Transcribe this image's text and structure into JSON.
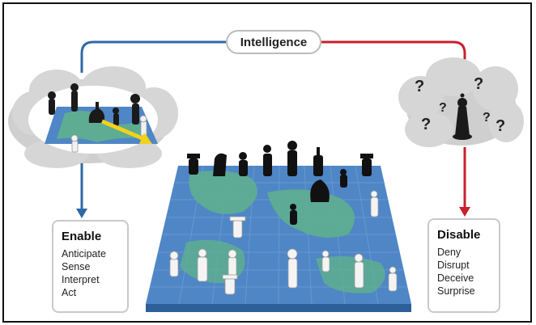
{
  "center_label": "Intelligence",
  "enable": {
    "title": "Enable",
    "items": [
      "Anticipate",
      "Sense",
      "Interpret",
      "Act"
    ]
  },
  "disable": {
    "title": "Disable",
    "items": [
      "Deny",
      "Disrupt",
      "Deceive",
      "Surprise"
    ]
  },
  "thought_marks": [
    "?",
    "?",
    "?",
    "?",
    "?",
    "?"
  ],
  "colors": {
    "enable_arrow": "#2e6aa6",
    "disable_arrow": "#c8202c",
    "board_blue": "#4f86c6",
    "board_green": "#5fb08c"
  }
}
